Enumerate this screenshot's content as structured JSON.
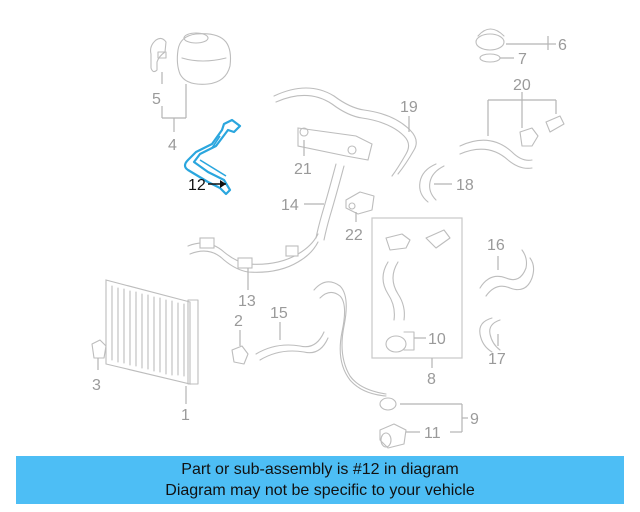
{
  "diagram": {
    "labels": {
      "p1": "1",
      "p2": "2",
      "p3": "3",
      "p4": "4",
      "p5": "5",
      "p6": "6",
      "p7": "7",
      "p8": "8",
      "p9": "9",
      "p10": "10",
      "p11": "11",
      "p12": "12",
      "p13": "13",
      "p14": "14",
      "p15": "15",
      "p16": "16",
      "p17": "17",
      "p18": "18",
      "p19": "19",
      "p20": "20",
      "p21": "21",
      "p22": "22"
    },
    "highlighted_part": "12",
    "highlight_color": "#2aa6de"
  },
  "banner": {
    "line1": "Part or sub-assembly is #12 in diagram",
    "line2": "Diagram may not be specific to your vehicle",
    "background": "#4dbef5"
  }
}
